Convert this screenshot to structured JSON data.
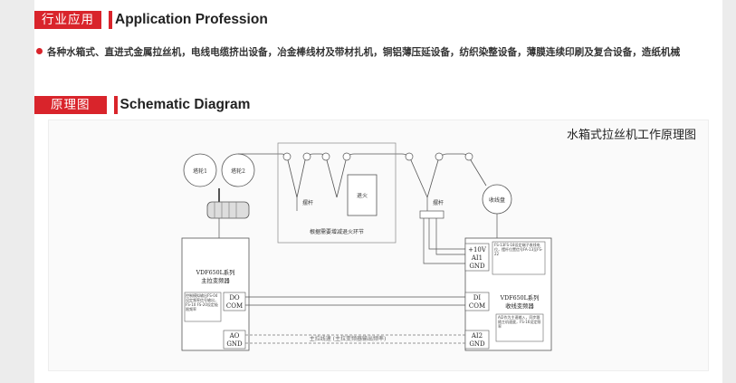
{
  "section1": {
    "cn_label": "行业应用",
    "en_label": "Application Profession"
  },
  "application_text": "各种水箱式、直进式金属拉丝机，电线电缆挤出设备，冶金棒线材及带材扎机，铜铝薄压延设备，纺织染整设备，薄膜连续印刷及复合设备，造纸机械",
  "section2": {
    "cn_label": "原理图",
    "en_label": "Schematic Diagram"
  },
  "diagram": {
    "title": "水箱式拉丝机工作原理图",
    "capstan1": "塔轮1",
    "capstan2": "塔轮2",
    "dancer_label_1": "摆杆",
    "dancer_label_2": "摆杆",
    "annealer": "退火",
    "annealing_note": "根据需要增减退火环节",
    "takeup": "收线盘",
    "main_inverter_1": "VDF650L系列",
    "main_inverter_2": "主拉变频器",
    "main_note": "控制模拟输出FS-04设定频率信号输出，FS-10 FS-20设定极限频率",
    "do_label": "DO",
    "com_label_1": "COM",
    "ao_label": "AO",
    "gnd_label_1": "GND",
    "plus10v_label": "+10V",
    "ai1_label": "AI1",
    "gnd_label_2": "GND",
    "di_label": "DI",
    "com_label_2": "COM",
    "ai2_label": "AI2",
    "gnd_label_3": "GND",
    "winder_inverter_1": "VDF650L系列",
    "winder_inverter_2": "收线变频器",
    "winder_note_top": "FS-13FS-18设定端子收线电位，摆杆位置信号FA-13至FS-22",
    "winder_note_bottom": "AI2作为主速输入，同步跟随主机速度，FS-16设定频率",
    "signal_note": "主拉线速 (主拉变频器输出频率)"
  }
}
